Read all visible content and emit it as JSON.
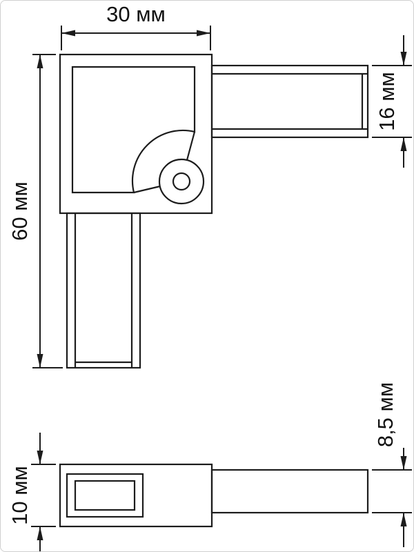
{
  "page": {
    "background": "#ffffff",
    "frame_border_color": "#cfcfcf",
    "line_color": "#1c1c1c"
  },
  "drawing": {
    "kind": "corner-connector-dimension-drawing",
    "top_view": {
      "width_dim": "30 мм",
      "height_dim": "60 мм",
      "arm_height_dim": "16 мм"
    },
    "side_view": {
      "body_height_dim": "10 мм",
      "arm_height_dim": "8,5 мм"
    }
  }
}
